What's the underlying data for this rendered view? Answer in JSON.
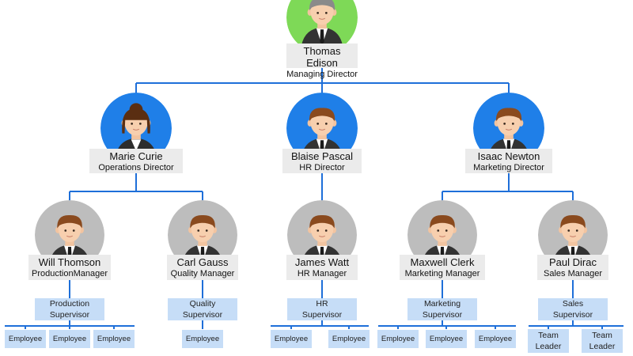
{
  "colors": {
    "line": "#1e6fd9",
    "green": "#7ed957",
    "blue": "#1f7fe8",
    "gray": "#bdbdbd",
    "card": "#ebebeb",
    "box": "#c6ddf7"
  },
  "top": {
    "name": "Thomas Edison",
    "title": "Managing Director",
    "avatar": "green",
    "icon": "older-man-avatar-icon"
  },
  "directors": [
    {
      "name": "Marie Curie",
      "title": "Operations Director",
      "avatar": "blue",
      "icon": "woman-avatar-icon"
    },
    {
      "name": "Blaise Pascal",
      "title": "HR Director",
      "avatar": "blue",
      "icon": "man-avatar-icon"
    },
    {
      "name": "Isaac Newton",
      "title": "Marketing Director",
      "avatar": "blue",
      "icon": "man-avatar-icon"
    }
  ],
  "managers": [
    {
      "name": "Will Thomson",
      "title": "ProductionManager",
      "supervisor": [
        "Production",
        "Supervisor"
      ],
      "reports": [
        "Employee",
        "Employee",
        "Employee"
      ]
    },
    {
      "name": "Carl Gauss",
      "title": "Quality Manager",
      "supervisor": [
        "Quality",
        "Supervisor"
      ],
      "reports": [
        "Employee"
      ]
    },
    {
      "name": "James Watt",
      "title": "HR Manager",
      "supervisor": [
        "HR",
        "Supervisor"
      ],
      "reports": [
        "Employee",
        "Employee"
      ]
    },
    {
      "name": "Maxwell Clerk",
      "title": "Marketing Manager",
      "supervisor": [
        "Marketing",
        "Supervisor"
      ],
      "reports": [
        "Employee",
        "Employee",
        "Employee"
      ]
    },
    {
      "name": "Paul Dirac",
      "title": "Sales Manager",
      "supervisor": [
        "Sales",
        "Supervisor"
      ],
      "reports": [
        "Team Leader",
        "Team Leader"
      ]
    }
  ]
}
